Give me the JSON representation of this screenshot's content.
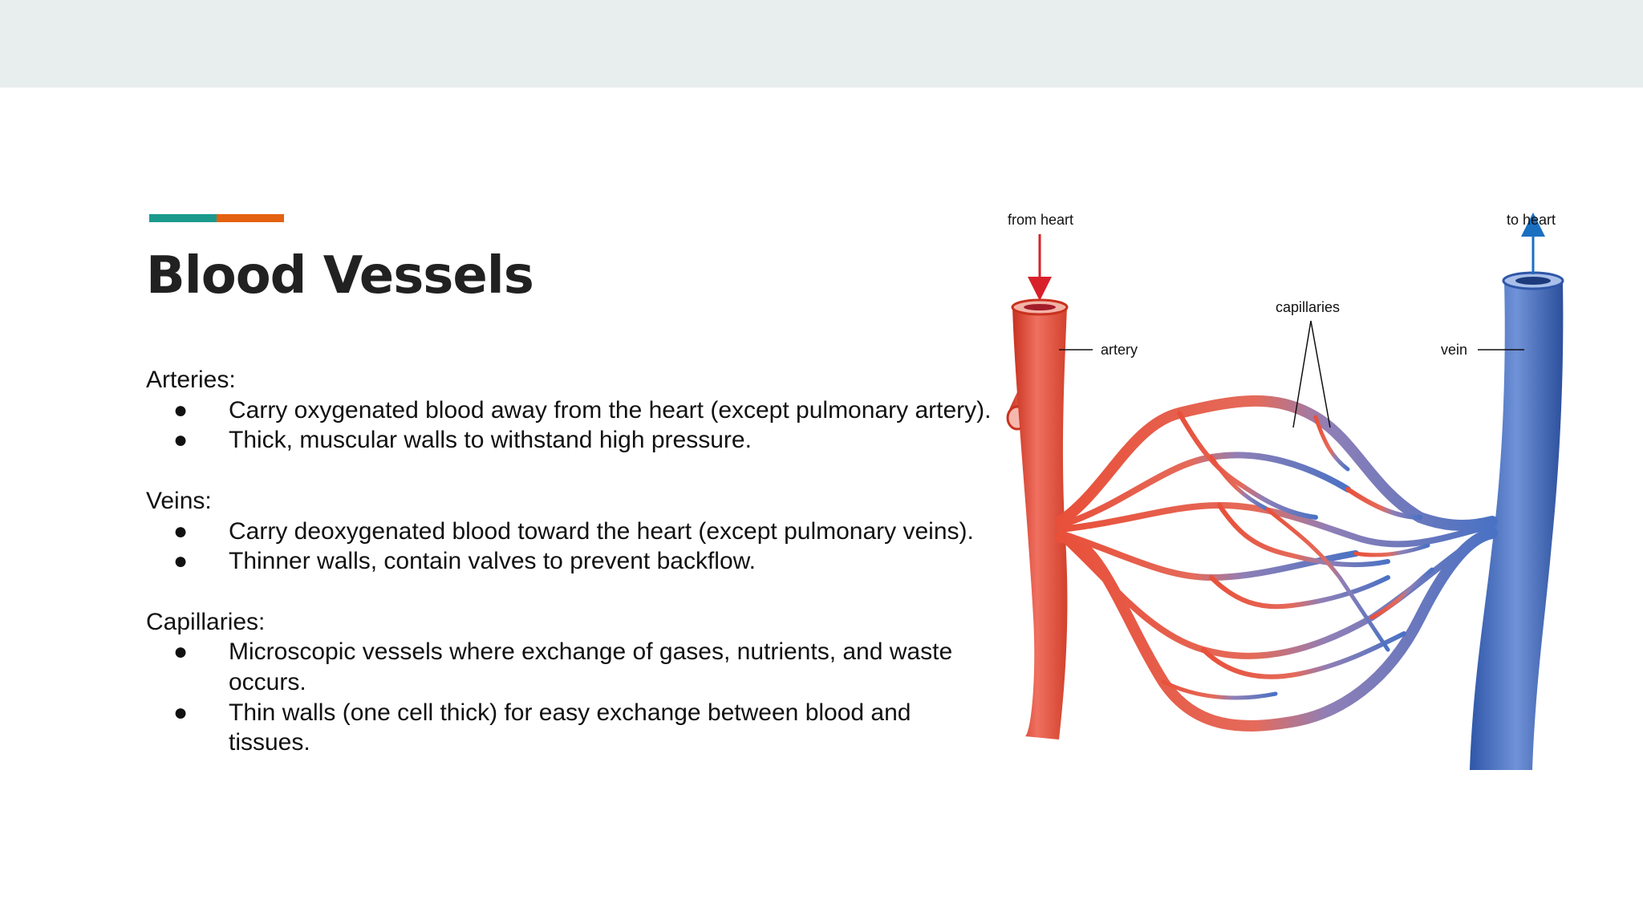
{
  "slide": {
    "title": "Blood Vessels",
    "accent_colors": [
      "#1a9a8c",
      "#e4610f"
    ],
    "sections": [
      {
        "heading": "Arteries:",
        "bullets": [
          "Carry oxygenated blood away from the heart (except pulmonary artery).",
          "Thick, muscular walls to withstand high pressure."
        ]
      },
      {
        "heading": "Veins:",
        "bullets": [
          "Carry deoxygenated blood toward the heart (except pulmonary veins).",
          "Thinner walls, contain valves to prevent backflow."
        ]
      },
      {
        "heading": "Capillaries:",
        "bullets": [
          "Microscopic vessels where exchange of gases, nutrients, and waste occurs.",
          "Thin walls (one cell thick) for easy exchange between blood and tissues."
        ]
      }
    ],
    "bullet_symbol": "●"
  },
  "diagram": {
    "labels": {
      "from_heart": "from heart",
      "to_heart": "to heart",
      "artery": "artery",
      "capillaries": "capillaries",
      "vein": "vein"
    },
    "colors": {
      "artery": "#e8503a",
      "vein": "#4a72c4",
      "arrow_in": "#d8202a",
      "arrow_out": "#1a6fc0"
    }
  }
}
